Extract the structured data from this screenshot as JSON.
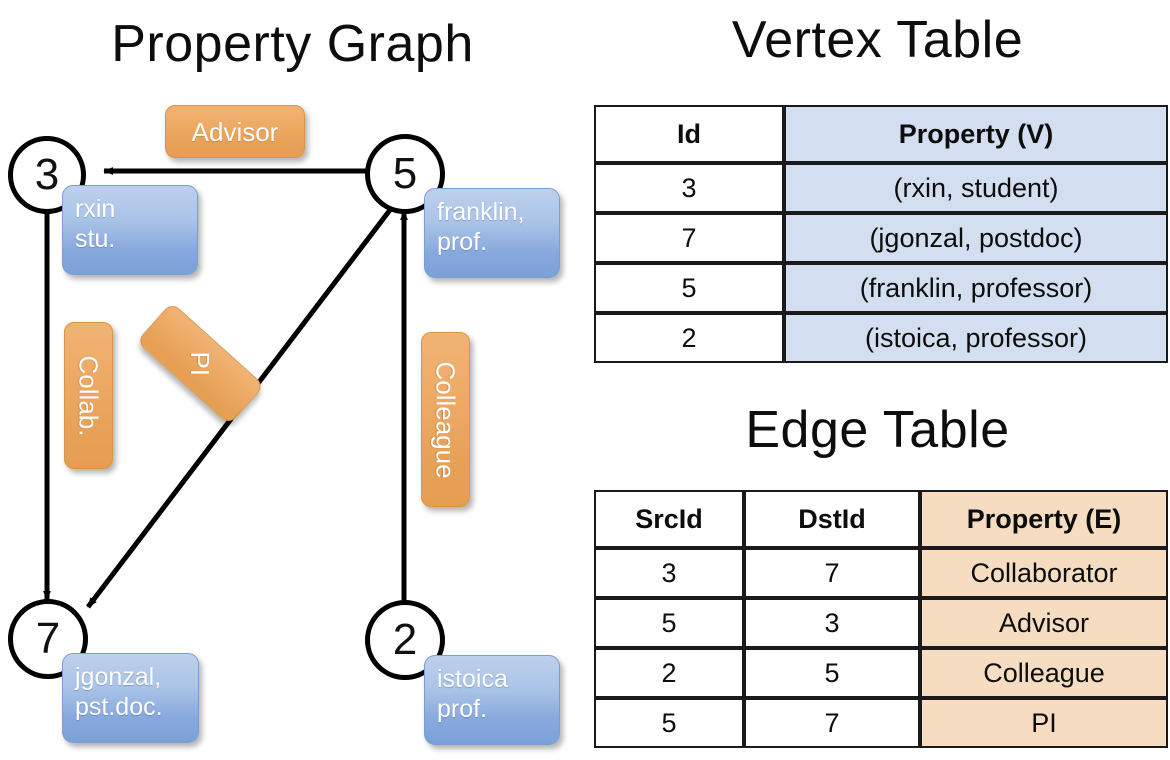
{
  "titles": {
    "property_graph": "Property Graph",
    "vertex_table": "Vertex Table",
    "edge_table": "Edge Table"
  },
  "graph": {
    "vertices": [
      {
        "id": "3",
        "property_text_line1": "rxin",
        "property_text_line2": "stu."
      },
      {
        "id": "5",
        "property_text_line1": "franklin,",
        "property_text_line2": "prof."
      },
      {
        "id": "7",
        "property_text_line1": "jgonzal,",
        "property_text_line2": "pst.doc."
      },
      {
        "id": "2",
        "property_text_line1": "istoica",
        "property_text_line2": "prof."
      }
    ],
    "edge_labels": [
      {
        "name": "advisor",
        "text": "Advisor"
      },
      {
        "name": "collab",
        "text": "Collab."
      },
      {
        "name": "pi",
        "text": "PI"
      },
      {
        "name": "colleague",
        "text": "Colleague"
      }
    ]
  },
  "vertex_table": {
    "headers": [
      "Id",
      "Property (V)"
    ],
    "rows": [
      [
        "3",
        "(rxin, student)"
      ],
      [
        "7",
        "(jgonzal, postdoc)"
      ],
      [
        "5",
        "(franklin, professor)"
      ],
      [
        "2",
        "(istoica, professor)"
      ]
    ]
  },
  "edge_table": {
    "headers": [
      "SrcId",
      "DstId",
      "Property (E)"
    ],
    "rows": [
      [
        "3",
        "7",
        "Collaborator"
      ],
      [
        "5",
        "3",
        "Advisor"
      ],
      [
        "2",
        "5",
        "Colleague"
      ],
      [
        "5",
        "7",
        "PI"
      ]
    ]
  },
  "colors": {
    "vertex_property_box": "#8fadd9",
    "edge_label_box": "#eaa65e",
    "vertex_table_accent": "#d3dff0",
    "edge_table_accent": "#f6ddc2",
    "stroke": "#000000",
    "background": "#ffffff"
  }
}
